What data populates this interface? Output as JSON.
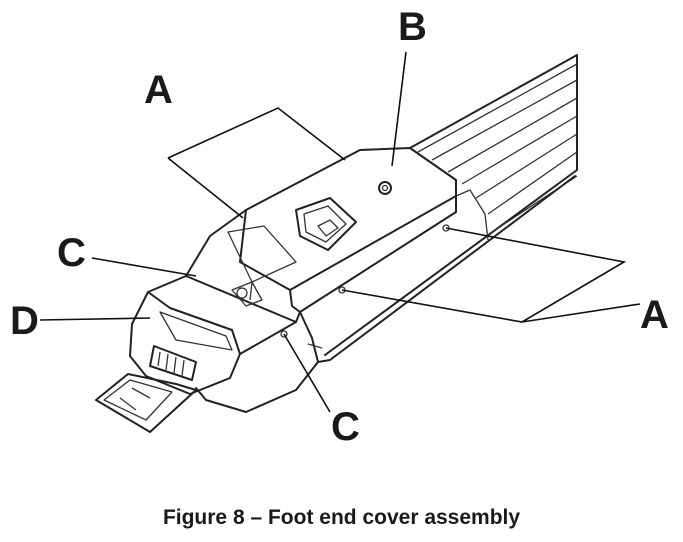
{
  "callouts": {
    "a_top": "A",
    "a_right": "A",
    "b": "B",
    "c_left": "C",
    "c_bottom": "C",
    "d": "D"
  },
  "caption": "Figure 8 – Foot end cover assembly"
}
